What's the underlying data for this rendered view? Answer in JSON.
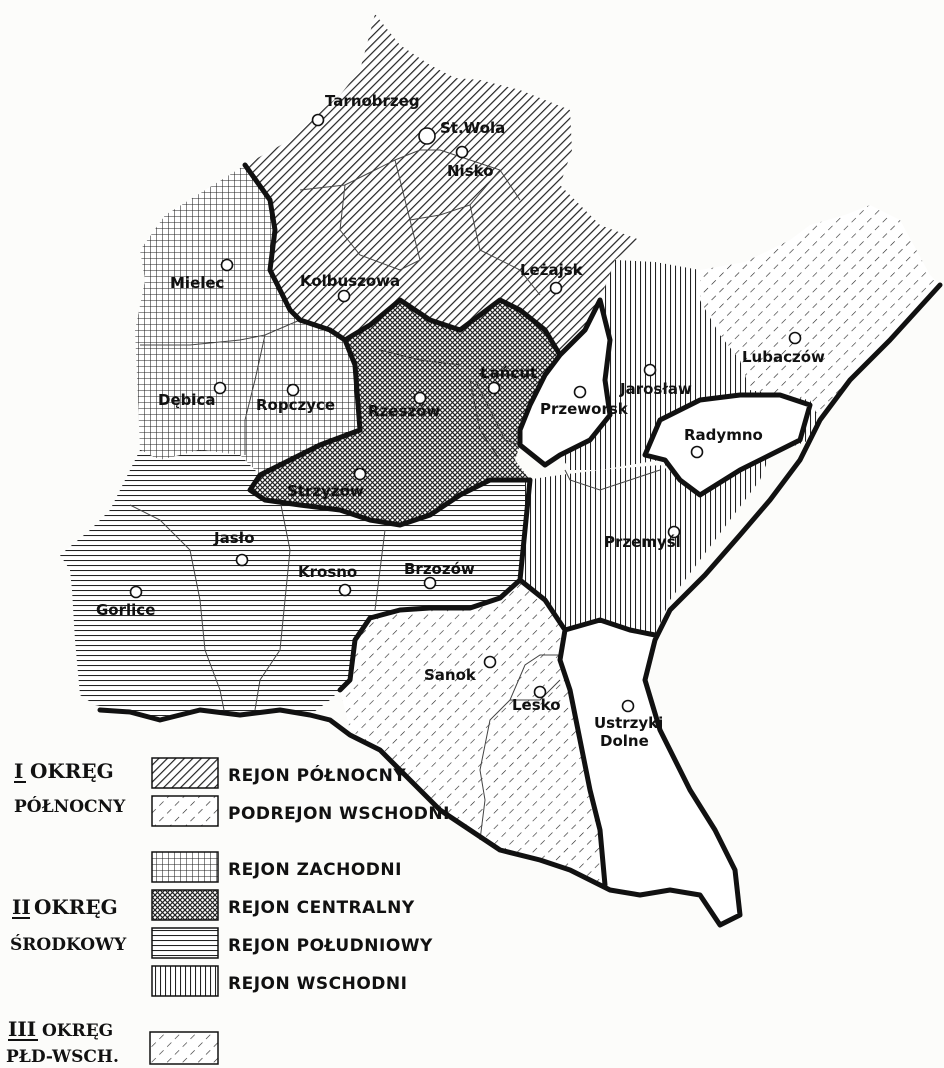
{
  "legend": {
    "okreg1": {
      "numeral": "I",
      "line1": "OKRĘG",
      "line2": "PÓŁNOCNY"
    },
    "okreg2": {
      "numeral": "II",
      "line1": "OKRĘG",
      "line2": "ŚRODKOWY"
    },
    "okreg3": {
      "numeral": "III",
      "line1": "OKRĘG",
      "line2": "PŁD-WSCH."
    },
    "items": {
      "north": "REJON PÓŁNOCNY",
      "north_east": "PODREJON WSCHODNI",
      "west": "REJON ZACHODNI",
      "central": "REJON CENTRALNY",
      "south": "REJON POŁUDNIOWY",
      "east": "REJON WSCHODNI"
    }
  },
  "towns": {
    "tarnobrzeg": "Tarnobrzeg",
    "stwola": "St.Wola",
    "nisko": "Nisko",
    "mielec": "Mielec",
    "kolbuszowa": "Kolbuszowa",
    "lezajsk": "Leżajsk",
    "lubaczow": "Lubaczów",
    "lancut": "Łańcut",
    "jaroslaw": "Jarosław",
    "przeworsk": "Przeworsk",
    "debica": "Dębica",
    "ropczyce": "Ropczyce",
    "rzeszow": "Rzeszów",
    "radymno": "Radymno",
    "strzyzow": "Strzyżów",
    "przemysl": "Przemyśl",
    "jaslo": "Jasło",
    "krosno": "Krosno",
    "brzozow": "Brzozów",
    "gorlice": "Gorlice",
    "sanok": "Sanok",
    "lesko": "Lesko",
    "ustrzyki_1": "Ustrzyki",
    "ustrzyki_2": "Dolne"
  }
}
